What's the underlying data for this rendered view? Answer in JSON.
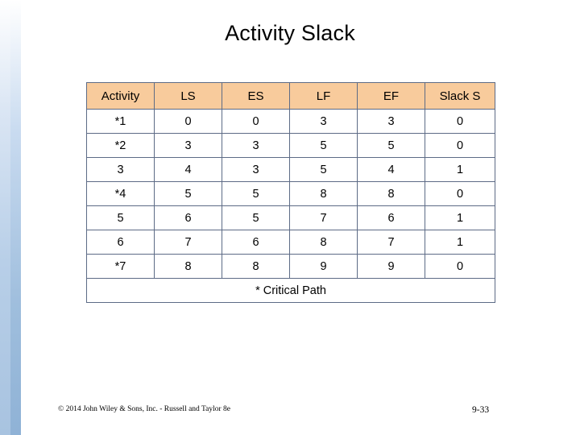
{
  "slide": {
    "title": "Activity Slack",
    "copyright": "© 2014 John Wiley & Sons, Inc. - Russell and Taylor 8e",
    "page_number": "9-33"
  },
  "table": {
    "headers": [
      "Activity",
      "LS",
      "ES",
      "LF",
      "EF",
      "Slack S"
    ],
    "rows": [
      [
        "*1",
        "0",
        "0",
        "3",
        "3",
        "0"
      ],
      [
        "*2",
        "3",
        "3",
        "5",
        "5",
        "0"
      ],
      [
        "3",
        "4",
        "3",
        "5",
        "4",
        "1"
      ],
      [
        "*4",
        "5",
        "5",
        "8",
        "8",
        "0"
      ],
      [
        "5",
        "6",
        "5",
        "7",
        "6",
        "1"
      ],
      [
        "6",
        "7",
        "6",
        "8",
        "7",
        "1"
      ],
      [
        "*7",
        "8",
        "8",
        "9",
        "9",
        "0"
      ]
    ],
    "footnote": "*  Critical Path"
  },
  "colors": {
    "header_fill": "#f8cb9c",
    "border": "#5d6b86",
    "sidebar_top": "#ffffff",
    "sidebar_bottom": "#8fb2d6"
  }
}
